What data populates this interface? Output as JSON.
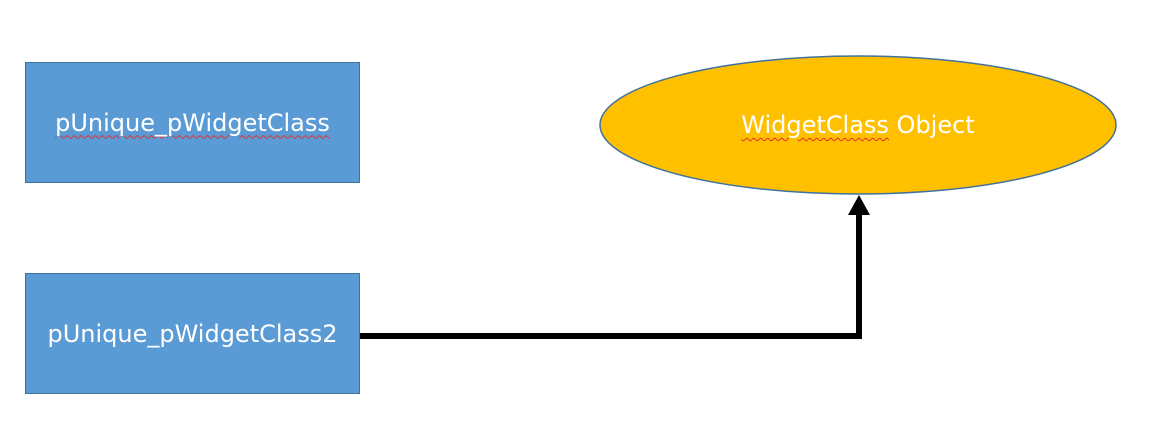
{
  "nodes": {
    "box1": {
      "label_part1": "pUnique_pWidgetClass",
      "label_part2": ""
    },
    "box2": {
      "label": "pUnique_pWidgetClass2"
    },
    "object": {
      "label_word1": "WidgetClass",
      "label_word2": " Object"
    }
  },
  "colors": {
    "box_fill": "#5b9bd5",
    "box_border": "#41719c",
    "ellipse_fill": "#ffc000",
    "ellipse_border": "#41719c",
    "connector": "#000000",
    "text": "#ffffff"
  }
}
